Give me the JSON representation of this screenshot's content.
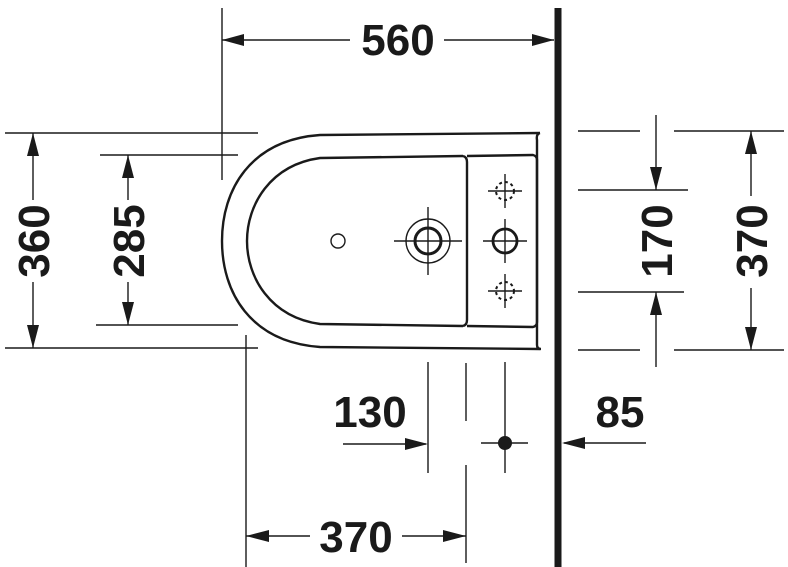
{
  "drawing": {
    "title": "Bidet top view dimension drawing",
    "units": "mm",
    "colors": {
      "line": "#1a1a1a",
      "background": "#ffffff"
    }
  },
  "dimensions": {
    "overall_length": "560",
    "overall_width": "360",
    "inner_bowl_width": "285",
    "mounting_hole_spacing": "170",
    "mounting_width": "370",
    "drain_offset": "130",
    "wall_to_supply": "85",
    "front_to_drain": "370"
  },
  "features": {
    "wall": "wall-line",
    "overflow_hole": "overflow-hole",
    "drain": "drain-outlet",
    "tap_hole": "tap-hole",
    "optional_tap_holes": [
      "optional-tap-hole-top",
      "optional-tap-hole-bottom"
    ],
    "supply_point": "water-supply-point"
  }
}
